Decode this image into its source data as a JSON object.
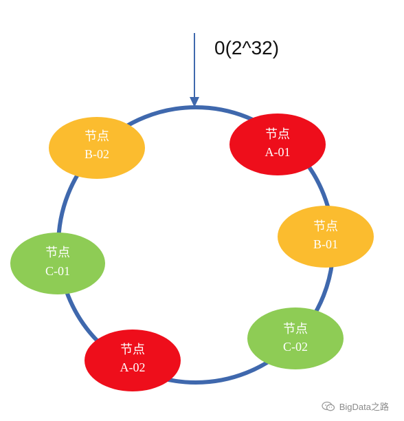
{
  "origin_label": "0(2^32)",
  "ring_color": "#3f68ad",
  "arrow_color": "#3f68ad",
  "nodes": [
    {
      "title": "节点",
      "id": "B-02",
      "color": "#fbbc2f"
    },
    {
      "title": "节点",
      "id": "A-01",
      "color": "#ee0e1b"
    },
    {
      "title": "节点",
      "id": "B-01",
      "color": "#fbbc2f"
    },
    {
      "title": "节点",
      "id": "C-01",
      "color": "#8ecc55"
    },
    {
      "title": "节点",
      "id": "C-02",
      "color": "#8ecc55"
    },
    {
      "title": "节点",
      "id": "A-02",
      "color": "#ee0e1b"
    }
  ],
  "watermark": {
    "text": "BigData之路",
    "icon": "wechat-icon"
  }
}
